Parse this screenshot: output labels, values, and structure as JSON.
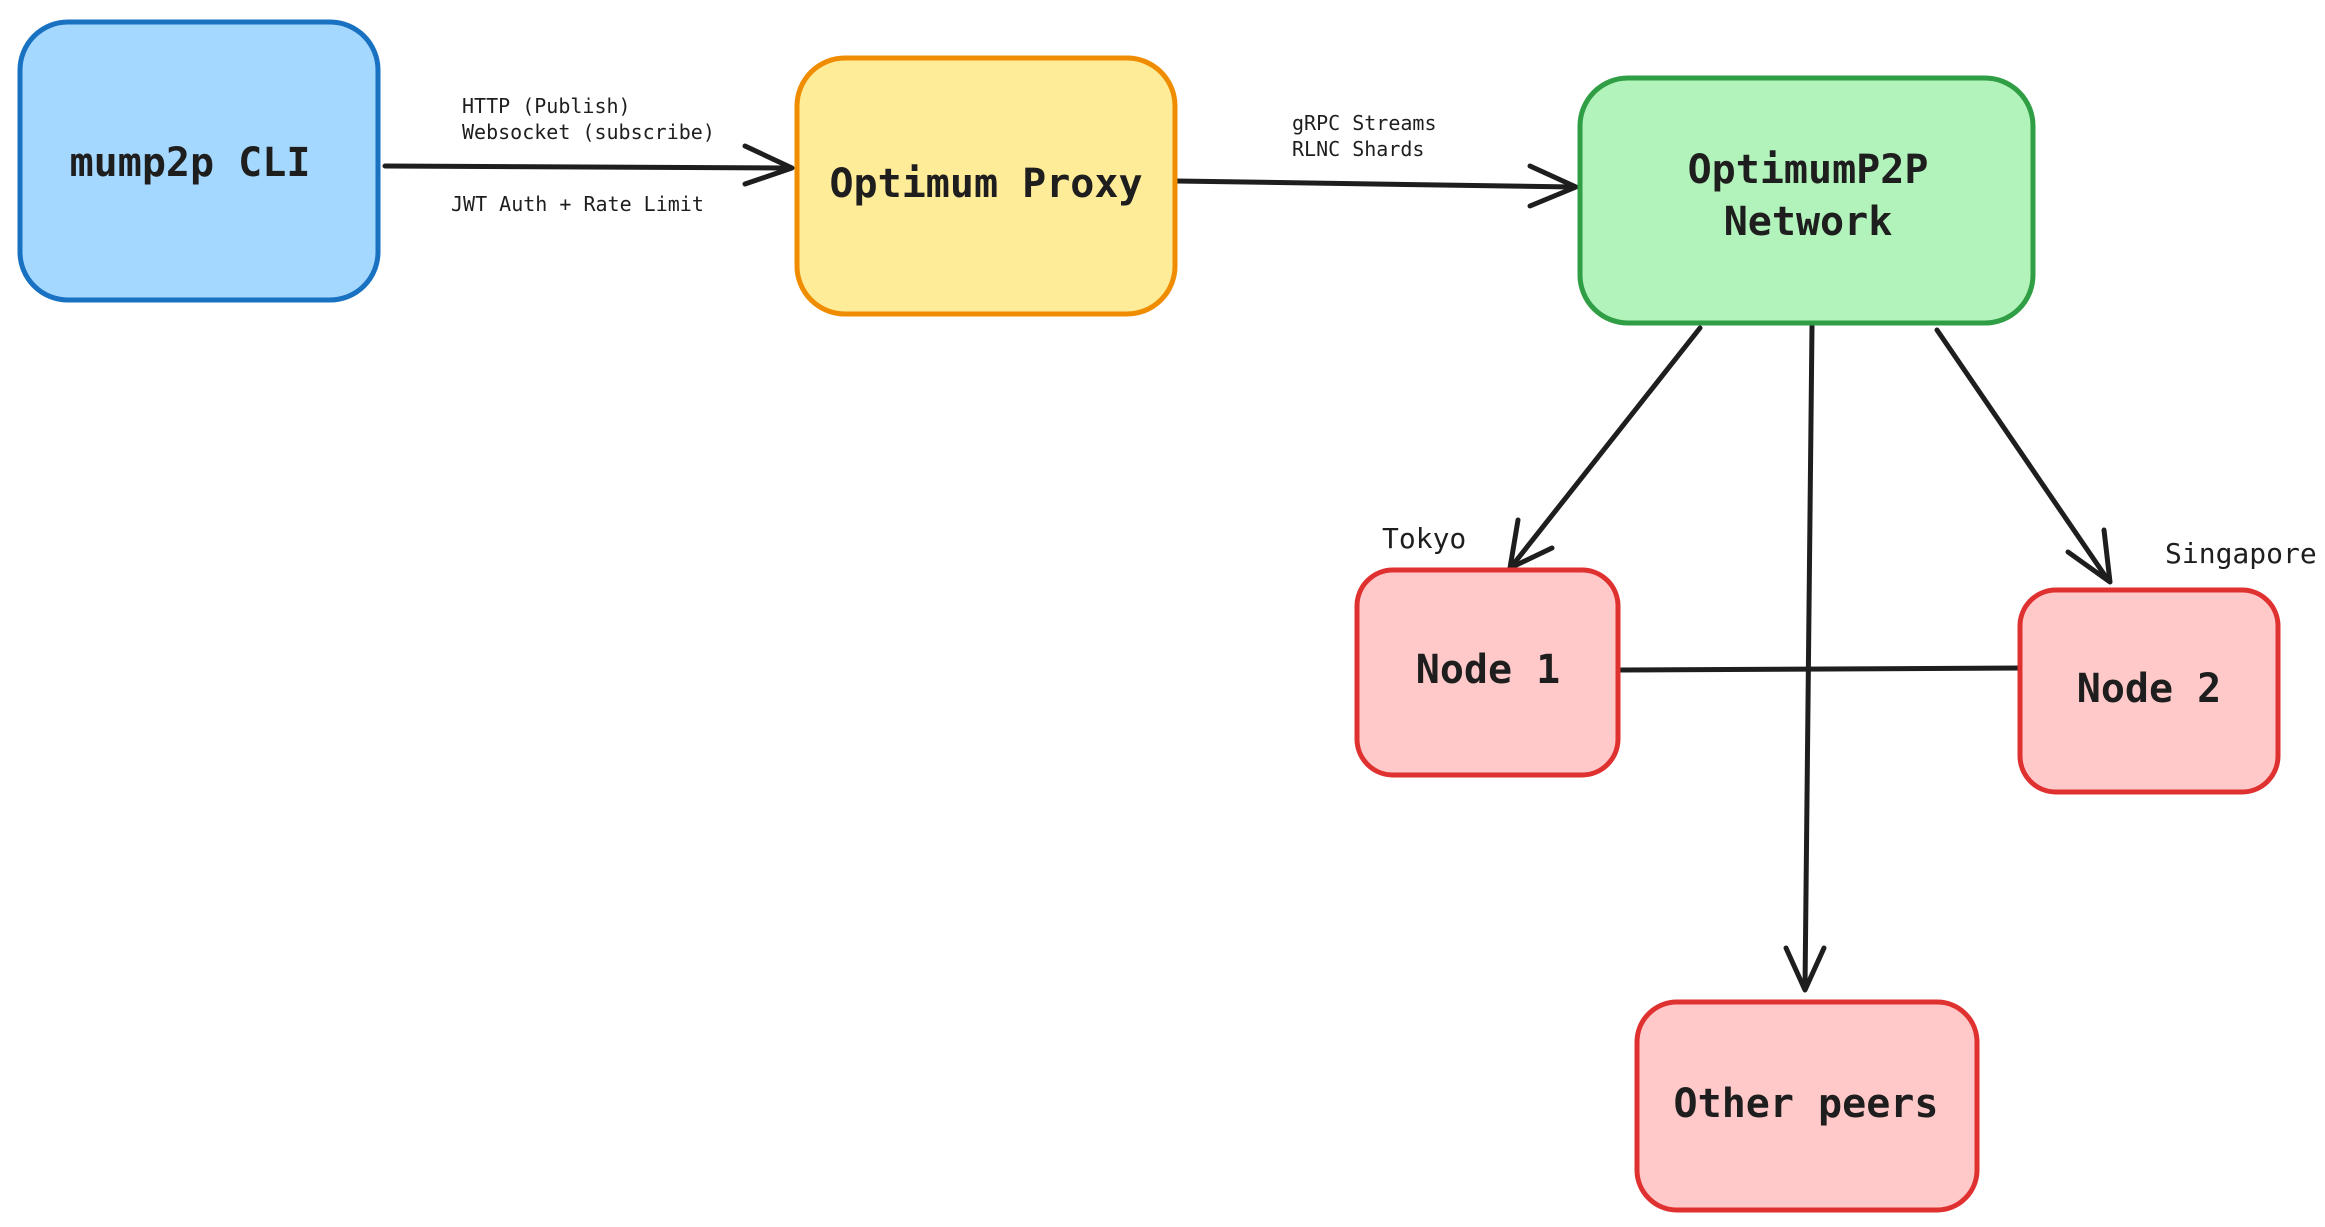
{
  "nodes": {
    "cli": {
      "label": "mump2p CLI",
      "fill": "#a5d8ff",
      "stroke": "#1971c2"
    },
    "proxy": {
      "label": "Optimum Proxy",
      "fill": "#ffec99",
      "stroke": "#f08c00"
    },
    "network": {
      "line1": "OptimumP2P",
      "line2": "Network",
      "fill": "#b2f2bb",
      "stroke": "#2f9e44"
    },
    "node1": {
      "label": "Node 1",
      "fill": "#ffc9c9",
      "stroke": "#e03131"
    },
    "node2": {
      "label": "Node 2",
      "fill": "#ffc9c9",
      "stroke": "#e03131"
    },
    "peers": {
      "label": "Other peers",
      "fill": "#ffc9c9",
      "stroke": "#e03131"
    }
  },
  "edges": {
    "cli_proxy": {
      "label_top_1": "HTTP (Publish)",
      "label_top_2": "Websocket (subscribe)",
      "label_bottom": "JWT Auth + Rate Limit"
    },
    "proxy_network": {
      "label_1": "gRPC Streams",
      "label_2": "RLNC Shards"
    }
  },
  "regions": {
    "node1": "Tokyo",
    "node2": "Singapore"
  }
}
